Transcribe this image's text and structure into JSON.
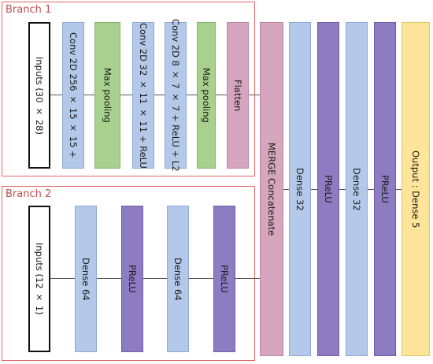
{
  "branch1": {
    "title": "Branch 1",
    "layers": [
      {
        "label": "Inputs (30 × 28)",
        "kind": "input"
      },
      {
        "label": "Conv 2D 256 × 15 × 15 +",
        "kind": "conv"
      },
      {
        "label": "Max pooling",
        "kind": "pool"
      },
      {
        "label": "Conv 2D 32 × 11 × 11 + ReLU",
        "kind": "conv"
      },
      {
        "label": "Conv 2D 8 × 7 × 7 + ReLU + L2",
        "kind": "conv"
      },
      {
        "label": "Max pooling",
        "kind": "pool"
      },
      {
        "label": "Flatten",
        "kind": "flatten"
      }
    ]
  },
  "branch2": {
    "title": "Branch 2",
    "layers": [
      {
        "label": "Inputs (12 × 1)",
        "kind": "input"
      },
      {
        "label": "Dense 64",
        "kind": "dense"
      },
      {
        "label": "PReLU",
        "kind": "prelu"
      },
      {
        "label": "Dense 64",
        "kind": "dense"
      },
      {
        "label": "PReLU",
        "kind": "prelu"
      }
    ]
  },
  "merge": {
    "layers": [
      {
        "label": "MERGE Concatenate",
        "kind": "merge"
      },
      {
        "label": "Dense 32",
        "kind": "dense"
      },
      {
        "label": "PReLU",
        "kind": "prelu"
      },
      {
        "label": "Dense 32",
        "kind": "dense"
      },
      {
        "label": "PReLU",
        "kind": "prelu"
      },
      {
        "label": "Output : Dense 5",
        "kind": "output"
      }
    ]
  },
  "colors": {
    "branch_border": "#e06666",
    "conv_dense": "#b4c9ea",
    "pooling": "#a9d18e",
    "flatten_merge": "#d5a6bd",
    "prelu": "#8e7cc3",
    "output": "#ffe599"
  }
}
